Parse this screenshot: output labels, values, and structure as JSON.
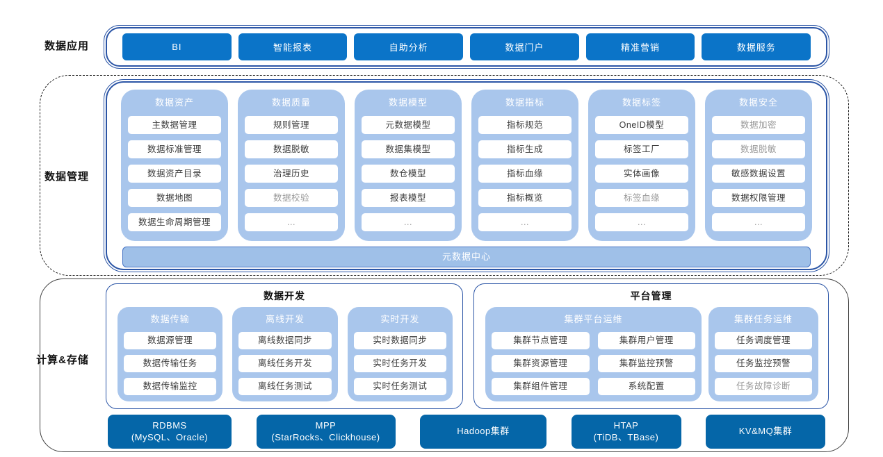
{
  "colors": {
    "app_button_blue": "#0B74C8",
    "storage_button_blue": "#0566A8",
    "panel_light_blue": "#A9C6EC",
    "metadata_bar_blue": "#9FC0E8",
    "container_border_blue": "#2B55A6",
    "item_text": "#3C3C3C",
    "muted_text": "#9A9A9A"
  },
  "layers": {
    "app": {
      "label": "数据应用",
      "buttons": [
        "BI",
        "智能报表",
        "自助分析",
        "数据门户",
        "精准营销",
        "数据服务"
      ]
    },
    "management": {
      "label": "数据管理",
      "metadata_bar": "元数据中心",
      "columns": [
        {
          "header": "数据资产",
          "items": [
            {
              "text": "主数据管理"
            },
            {
              "text": "数据标准管理"
            },
            {
              "text": "数据资产目录"
            },
            {
              "text": "数据地图"
            },
            {
              "text": "数据生命周期管理"
            }
          ]
        },
        {
          "header": "数据质量",
          "items": [
            {
              "text": "规则管理"
            },
            {
              "text": "数据脱敏"
            },
            {
              "text": "治理历史"
            },
            {
              "text": "数据校验",
              "muted": true
            },
            {
              "text": "...",
              "muted": true
            }
          ]
        },
        {
          "header": "数据模型",
          "items": [
            {
              "text": "元数据模型"
            },
            {
              "text": "数据集模型"
            },
            {
              "text": "数仓模型"
            },
            {
              "text": "报表模型"
            },
            {
              "text": "...",
              "muted": true
            }
          ]
        },
        {
          "header": "数据指标",
          "items": [
            {
              "text": "指标规范"
            },
            {
              "text": "指标生成"
            },
            {
              "text": "指标血缘"
            },
            {
              "text": "指标概览"
            },
            {
              "text": "...",
              "muted": true
            }
          ]
        },
        {
          "header": "数据标签",
          "items": [
            {
              "text": "OneID模型"
            },
            {
              "text": "标签工厂"
            },
            {
              "text": "实体画像"
            },
            {
              "text": "标签血缘",
              "muted": true
            },
            {
              "text": "...",
              "muted": true
            }
          ]
        },
        {
          "header": "数据安全",
          "items": [
            {
              "text": "数据加密",
              "muted": true
            },
            {
              "text": "数据脱敏",
              "muted": true
            },
            {
              "text": "敏感数据设置"
            },
            {
              "text": "数据权限管理"
            },
            {
              "text": "...",
              "muted": true
            }
          ]
        }
      ]
    },
    "compute": {
      "label": "计算&存储",
      "groups": [
        {
          "title": "数据开发",
          "columns": [
            {
              "header": "数据传输",
              "items": [
                {
                  "text": "数据源管理"
                },
                {
                  "text": "数据传输任务"
                },
                {
                  "text": "数据传输监控"
                }
              ]
            },
            {
              "header": "离线开发",
              "items": [
                {
                  "text": "离线数据同步"
                },
                {
                  "text": "离线任务开发"
                },
                {
                  "text": "离线任务测试"
                }
              ]
            },
            {
              "header": "实时开发",
              "items": [
                {
                  "text": "实时数据同步"
                },
                {
                  "text": "实时任务开发"
                },
                {
                  "text": "实时任务测试"
                }
              ]
            }
          ]
        },
        {
          "title": "平台管理",
          "columns": [
            {
              "header": "集群平台运维",
              "grid": 2,
              "items": [
                {
                  "text": "集群节点管理"
                },
                {
                  "text": "集群用户管理"
                },
                {
                  "text": "集群资源管理"
                },
                {
                  "text": "集群监控预警"
                },
                {
                  "text": "集群组件管理"
                },
                {
                  "text": "系统配置"
                }
              ]
            },
            {
              "header": "集群任务运维",
              "items": [
                {
                  "text": "任务调度管理"
                },
                {
                  "text": "任务监控预警"
                },
                {
                  "text": "任务故障诊断",
                  "muted": true
                }
              ]
            }
          ]
        }
      ],
      "storage_buttons": [
        {
          "lines": [
            "RDBMS",
            "(MySQL、Oracle)"
          ]
        },
        {
          "lines": [
            "MPP",
            "(StarRocks、Clickhouse)"
          ]
        },
        {
          "lines": [
            "Hadoop集群"
          ]
        },
        {
          "lines": [
            "HTAP",
            "(TiDB、TBase)"
          ]
        },
        {
          "lines": [
            "KV&MQ集群"
          ]
        }
      ]
    }
  }
}
